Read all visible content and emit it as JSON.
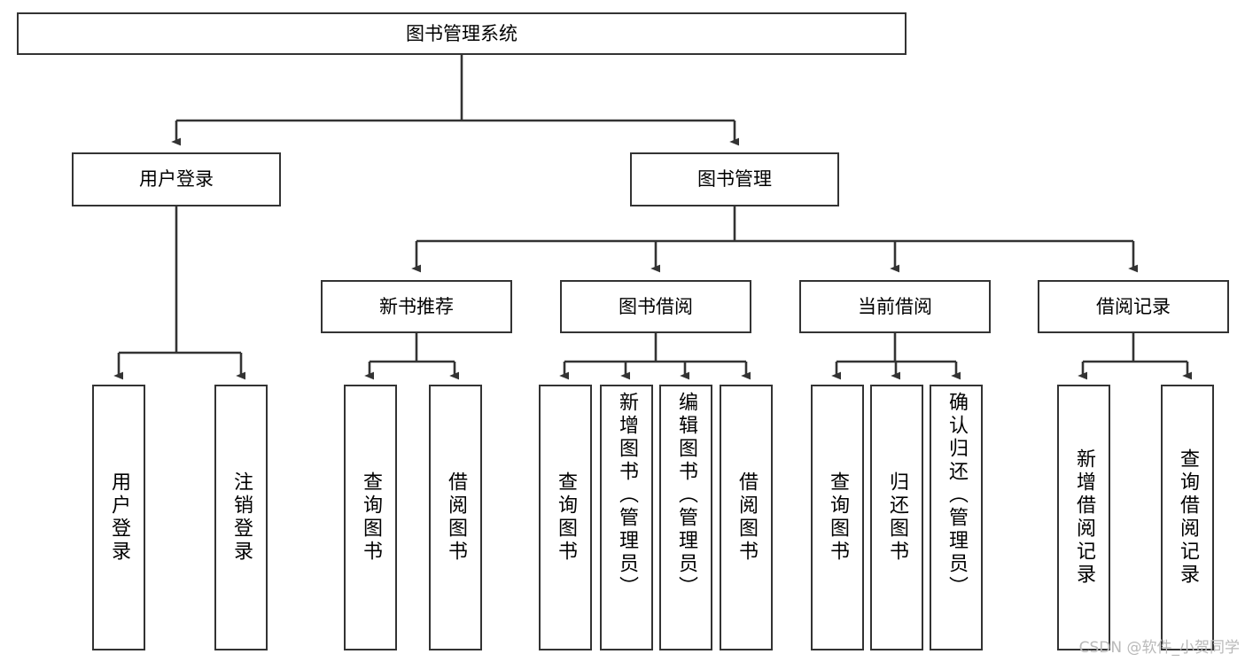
{
  "diagram": {
    "title": "图书管理系统",
    "type": "tree-hierarchy-diagram",
    "colors": {
      "stroke": "#333333",
      "fill": "#ffffff",
      "text": "#000000",
      "watermark": "#b9b9b9"
    },
    "root": {
      "label": "图书管理系统"
    },
    "level2": [
      {
        "label": "用户登录"
      },
      {
        "label": "图书管理"
      }
    ],
    "level3": [
      {
        "label": "新书推荐"
      },
      {
        "label": "图书借阅"
      },
      {
        "label": "当前借阅"
      },
      {
        "label": "借阅记录"
      }
    ],
    "leaves": {
      "user_login": [
        {
          "label": "用户登录"
        },
        {
          "label": "注销登录"
        }
      ],
      "new_book_recommend": [
        {
          "label": "查询图书"
        },
        {
          "label": "借阅图书"
        }
      ],
      "book_borrow": [
        {
          "label": "查询图书"
        },
        {
          "label": "新增图书（管理员）"
        },
        {
          "label": "编辑图书（管理员）"
        },
        {
          "label": "借阅图书"
        }
      ],
      "current_borrow": [
        {
          "label": "查询图书"
        },
        {
          "label": "归还图书"
        },
        {
          "label": "确认归还（管理员）"
        }
      ],
      "borrow_record": [
        {
          "label": "新增借阅记录"
        },
        {
          "label": "查询借阅记录"
        }
      ]
    }
  },
  "watermark": {
    "text": "CSDN @软件_小贺同学"
  }
}
